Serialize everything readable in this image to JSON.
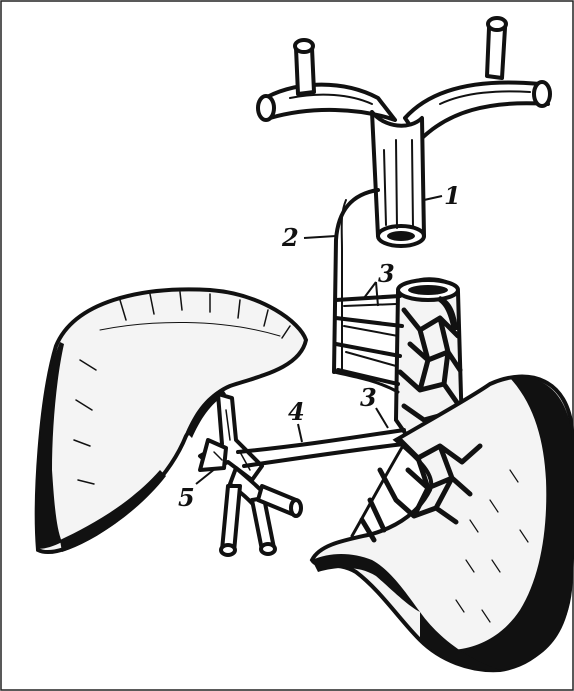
{
  "diagram": {
    "labels": [
      {
        "id": "1",
        "text": "1"
      },
      {
        "id": "2",
        "text": "2"
      },
      {
        "id": "3a",
        "text": "3"
      },
      {
        "id": "3b",
        "text": "3"
      },
      {
        "id": "4",
        "text": "4"
      },
      {
        "id": "5",
        "text": "5"
      }
    ]
  },
  "colors": {
    "ink": "#111111",
    "paper": "#ffffff"
  }
}
